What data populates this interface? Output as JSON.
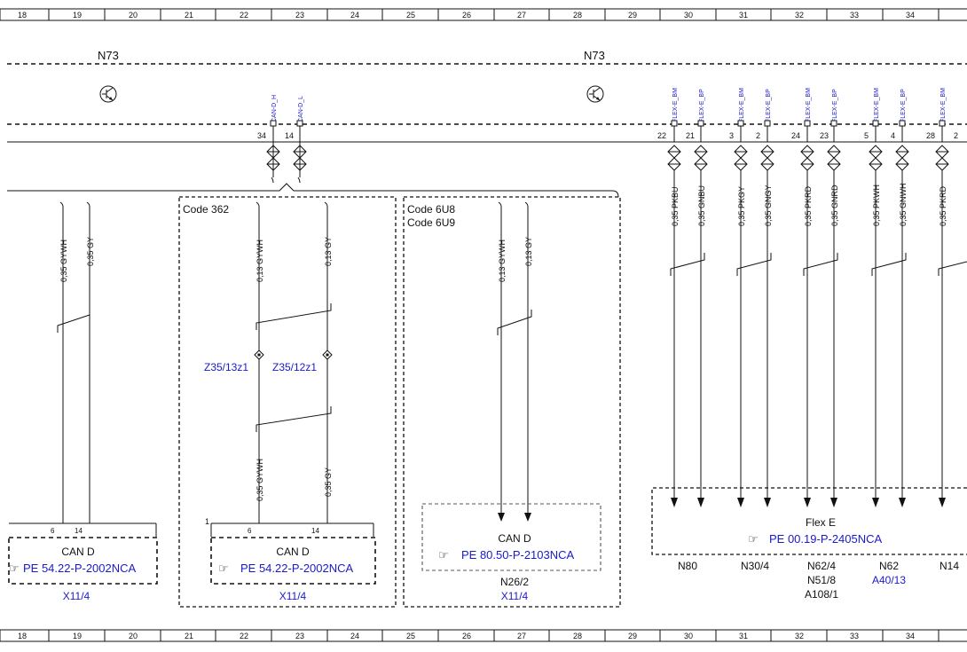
{
  "ruler_numbers": [
    "18",
    "19",
    "20",
    "21",
    "22",
    "23",
    "24",
    "25",
    "26",
    "27",
    "28",
    "29",
    "30",
    "31",
    "32",
    "33",
    "34"
  ],
  "modules": [
    "N73",
    "N73"
  ],
  "pin_signals": [
    "CAN-D_H",
    "CAN-D_L",
    "FLEX-E_BM",
    "FLEX-E_BP",
    "FLEX-E_BM",
    "FLEX-E_BP",
    "FLEX-E_BM",
    "FLEX-E_BP",
    "FLEX-E_BM",
    "FLEX-E_BP",
    "FLEX-E_BM"
  ],
  "pin_numbers": [
    "34",
    "14",
    "22",
    "21",
    "3",
    "2",
    "24",
    "23",
    "5",
    "4",
    "28",
    "2"
  ],
  "wire_labels": [
    "0,35 GYWH",
    "0,35 GY",
    "0,13 GYWH",
    "0,13 GY",
    "0,35 GYWH",
    "0,35 GY",
    "0,13 GYWH",
    "0,13 GY",
    "0,35 PKBU",
    "0,35 GNBU",
    "0,35 PKGY",
    "0,35 GNGY",
    "0,35 PKRD",
    "0,35 GNRD",
    "0,35 PKWH",
    "0,35 GNWH",
    "0,35 PKRD"
  ],
  "codes": [
    "Code 362",
    "Code 6U8",
    "Code 6U9"
  ],
  "splices": [
    "Z35/13z1",
    "Z35/12z1"
  ],
  "connector_pins": [
    "6",
    "14",
    "1",
    "6",
    "14"
  ],
  "can_labels": [
    "CAN D",
    "CAN D",
    "CAN D"
  ],
  "pe_refs": [
    "PE 54.22-P-2002NCA",
    "PE 54.22-P-2002NCA",
    "PE 80.50-P-2103NCA",
    "PE 00.19-P-2405NCA"
  ],
  "flex_label": "Flex E",
  "connectors": [
    "X11/4",
    "X11/4",
    "X11/4"
  ],
  "components_black": [
    "N26/2",
    "N80",
    "N30/4",
    "N62/4",
    "N51/8",
    "A108/1",
    "N62",
    "A40/13",
    "N14"
  ],
  "icons": [
    "transistor-icon",
    "hand-pointer-icon",
    "diamond-splice-icon"
  ]
}
